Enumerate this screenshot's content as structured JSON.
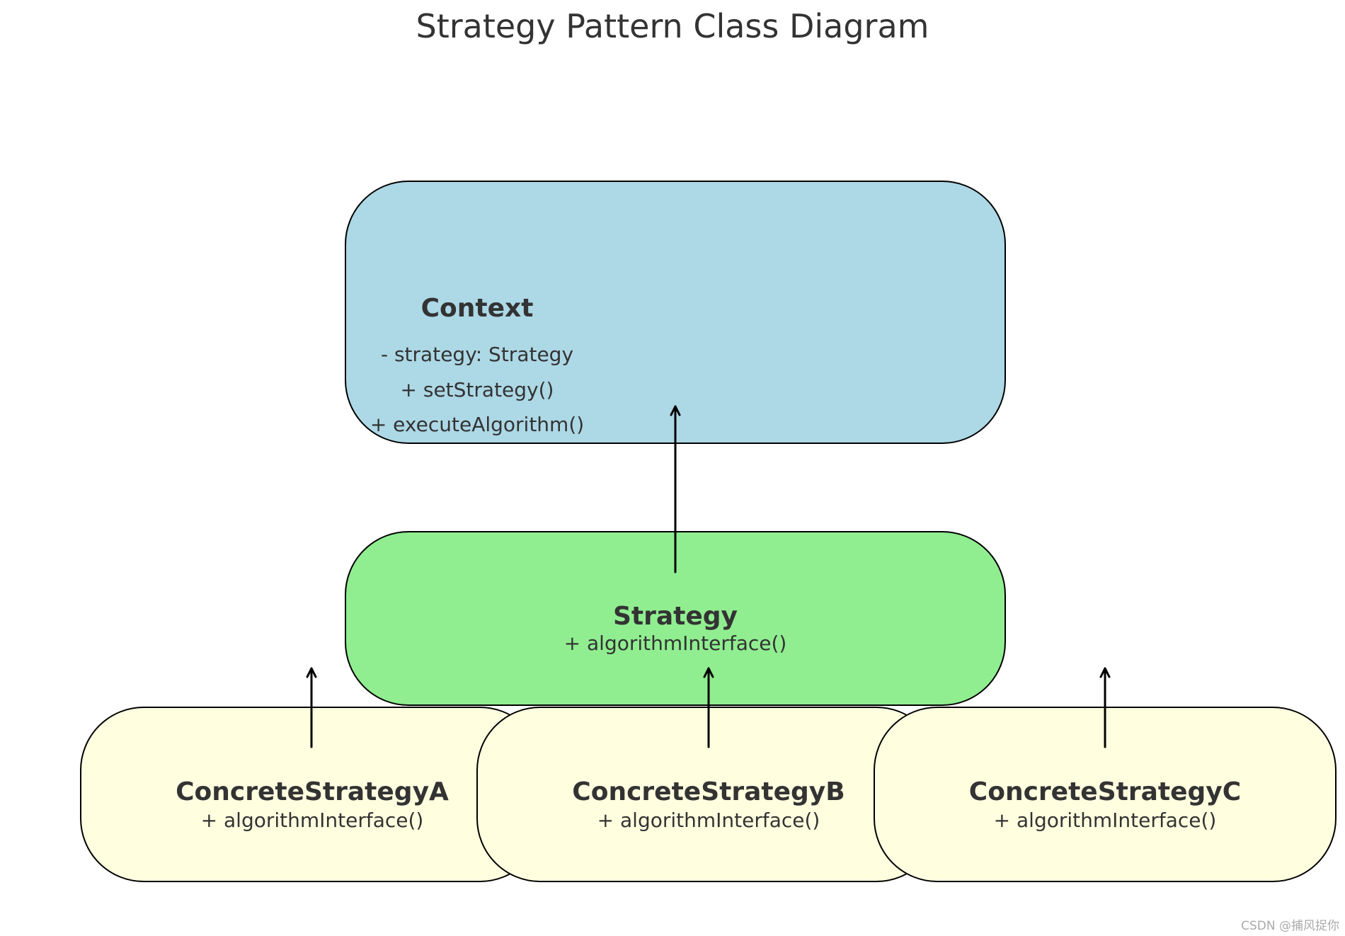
{
  "title": "Strategy Pattern Class Diagram",
  "colors": {
    "context_fill": "#add8e6",
    "strategy_fill": "#90ee90",
    "concrete_fill": "#ffffe0",
    "border": "#000000",
    "text": "#333333"
  },
  "context": {
    "name": "Context",
    "attributes": [
      "- strategy: Strategy",
      "+ setStrategy()",
      "+ executeAlgorithm()"
    ]
  },
  "strategy": {
    "name": "Strategy",
    "method": "+ algorithmInterface()"
  },
  "concrete_strategies": [
    {
      "name": "ConcreteStrategyA",
      "method": "+ algorithmInterface()"
    },
    {
      "name": "ConcreteStrategyB",
      "method": "+ algorithmInterface()"
    },
    {
      "name": "ConcreteStrategyC",
      "method": "+ algorithmInterface()"
    }
  ],
  "watermark": "CSDN @捕风捉你"
}
